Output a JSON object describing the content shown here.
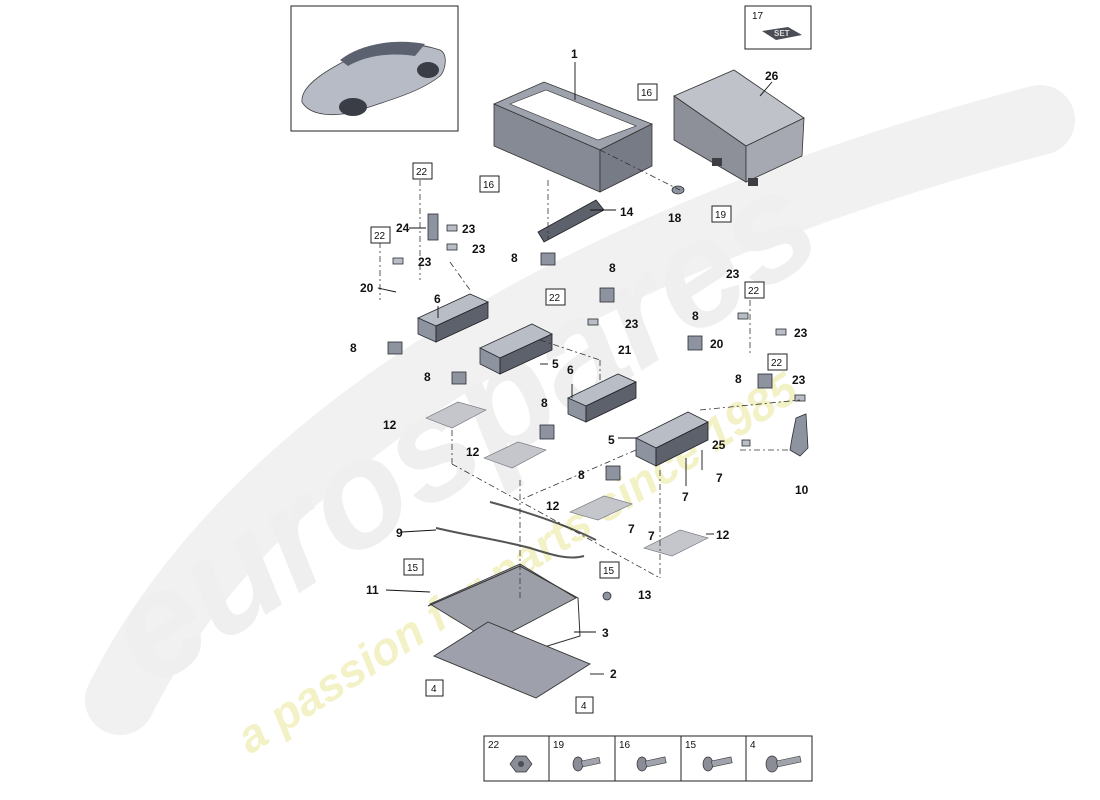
{
  "watermark": {
    "brand": "eurospares",
    "tagline": "a passion for parts since 1985"
  },
  "labels": {
    "l1": "1",
    "l2": "2",
    "l3": "3",
    "l5a": "5",
    "l5b": "5",
    "l6a": "6",
    "l6b": "6",
    "l7a": "7",
    "l7b": "7",
    "l7c": "7",
    "l7d": "7",
    "l8a": "8",
    "l8b": "8",
    "l8c": "8",
    "l8d": "8",
    "l8e": "8",
    "l8f": "8",
    "l8g": "8",
    "l8h": "8",
    "l9": "9",
    "l10": "10",
    "l11": "11",
    "l12a": "12",
    "l12b": "12",
    "l12c": "12",
    "l12d": "12",
    "l13": "13",
    "l14": "14",
    "l18": "18",
    "l20a": "20",
    "l20b": "20",
    "l21": "21",
    "l23a": "23",
    "l23b": "23",
    "l23c": "23",
    "l23d": "23",
    "l23e": "23",
    "l23f": "23",
    "l23g": "23",
    "l24": "24",
    "l25": "25",
    "l26": "26"
  },
  "boxed_refs": {
    "b16a": "16",
    "b16b": "16",
    "b19": "19",
    "b22a": "22",
    "b22b": "22",
    "b22c": "22",
    "b22d": "22",
    "b22e": "22",
    "b15a": "15",
    "b15b": "15",
    "b4a": "4",
    "b4b": "4"
  },
  "set_box": {
    "number": "17",
    "tag": "SET"
  },
  "fastener_table": {
    "cells": [
      {
        "number": "22",
        "icon": "nut-icon"
      },
      {
        "number": "19",
        "icon": "screw-icon"
      },
      {
        "number": "16",
        "icon": "screw-icon"
      },
      {
        "number": "15",
        "icon": "screw-icon"
      },
      {
        "number": "4",
        "icon": "screw-icon"
      }
    ]
  },
  "colors": {
    "part_fill": "#8e93a0",
    "watermark": "#eeeeee",
    "tagline": "#f2f0c0"
  }
}
